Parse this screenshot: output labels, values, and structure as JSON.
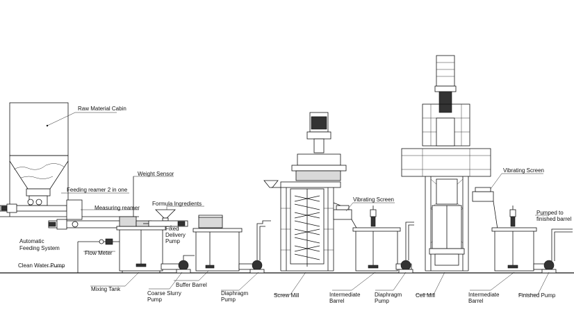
{
  "labels": {
    "raw_material_cabin": "Raw Material Cabin",
    "weight_sensor": "Weight Sensor",
    "feeding_reamer": "Feeding reamer 2 in one",
    "measuring_reamer": "Measuring reamer",
    "formula_ingredients": "Formula Ingredients",
    "fixed_delivery_pump_1": "Fixed",
    "fixed_delivery_pump_2": "Delivery",
    "fixed_delivery_pump_3": "Pump",
    "automatic_feeding_1": "Automatic",
    "automatic_feeding_2": "Feeding System",
    "flow_meter": "Flow Meter",
    "clean_water_pump": "Clean Water Pump",
    "mixing_tank": "Mixing Tank",
    "coarse_slurry_1": "Coarse Slurry",
    "coarse_slurry_2": "Pump",
    "buffer_barrel": "Buffer Barrel",
    "diaphragm_pump_a_1": "Diaphragm",
    "diaphragm_pump_a_2": "Pump",
    "screw_mill": "Screw Mill",
    "vibrating_screen_1": "Vibrating Screen",
    "intermediate_barrel_a_1": "Intermediate",
    "intermediate_barrel_a_2": "Barrel",
    "diaphragm_pump_b_1": "Diaphragm",
    "diaphragm_pump_b_2": "Pump",
    "cell_mill": "Cell Mill",
    "vibrating_screen_2": "Vibrating Screen",
    "pumped_to_1": "Pumped to",
    "pumped_to_2": "finished barrel",
    "intermediate_barrel_b_1": "Intermediate",
    "intermediate_barrel_b_2": "Barrel",
    "finished_pump": "Finished Pump"
  }
}
